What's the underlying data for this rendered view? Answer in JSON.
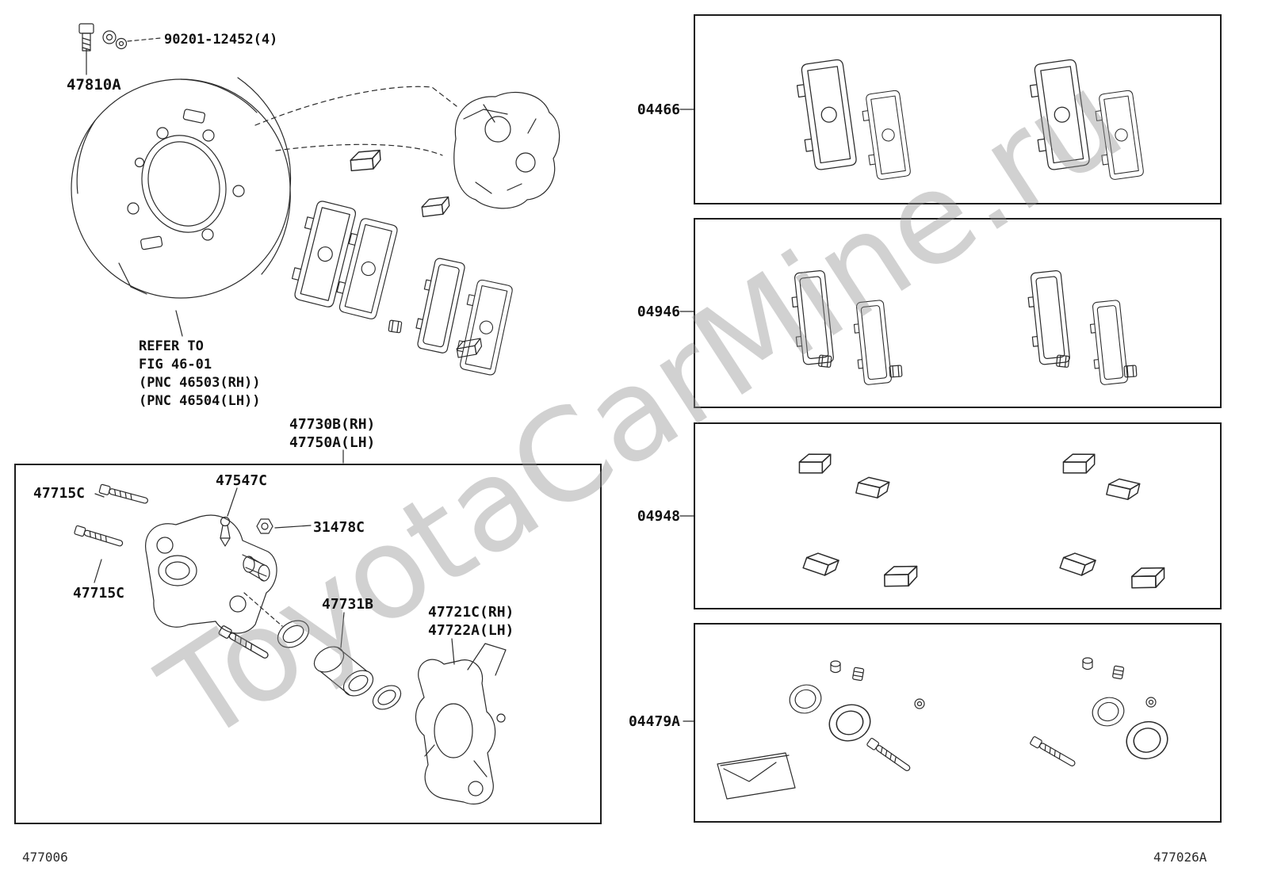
{
  "watermark": {
    "text": "ToyotaCarMine.ru"
  },
  "colors": {
    "line": "#2b2b2b",
    "watermark_gray": "#919191",
    "background": "#ffffff"
  },
  "footer": {
    "left_code": "477006",
    "right_code": "477026A"
  },
  "callouts": {
    "washer": "90201-12452(4)",
    "bolt": "47810A",
    "refer_line1": "REFER TO",
    "refer_line2": "FIG 46-01",
    "refer_line3": "(PNC 46503(RH))",
    "refer_line4": "(PNC 46504(LH))",
    "mount_rh": "47730B(RH)",
    "mount_lh": "47750A(LH)",
    "pin_upper": "47715C",
    "pin_lower": "47715C",
    "bleeder": "47547C",
    "cap": "31478C",
    "piston": "47731B",
    "caliper_rh": "47721C(RH)",
    "caliper_lh": "47722A(LH)"
  },
  "kits": [
    {
      "id": "pad-kit",
      "label": "04466"
    },
    {
      "id": "anti-squeal-shim-kit",
      "label": "04946"
    },
    {
      "id": "pad-fitting-kit",
      "label": "04948"
    },
    {
      "id": "cylinder-seal-kit",
      "label": "04479A"
    }
  ]
}
